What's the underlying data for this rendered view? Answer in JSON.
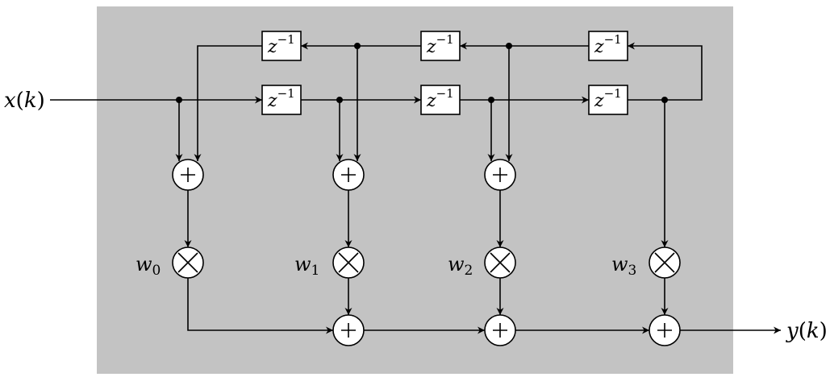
{
  "colors": {
    "panel": "#c3c3c3",
    "ink": "#000000",
    "node_fill": "#ffffff"
  },
  "signals": {
    "input_base": "x",
    "input_index": "k",
    "output_base": "y",
    "output_index": "k"
  },
  "delay": {
    "base": "z",
    "exponent": "−1"
  },
  "weights": [
    {
      "base": "w",
      "sub": "0"
    },
    {
      "base": "w",
      "sub": "1"
    },
    {
      "base": "w",
      "sub": "2"
    },
    {
      "base": "w",
      "sub": "3"
    }
  ],
  "operators": {
    "adder_icon": "plus-circle-icon",
    "multiplier_icon": "times-circle-icon"
  }
}
